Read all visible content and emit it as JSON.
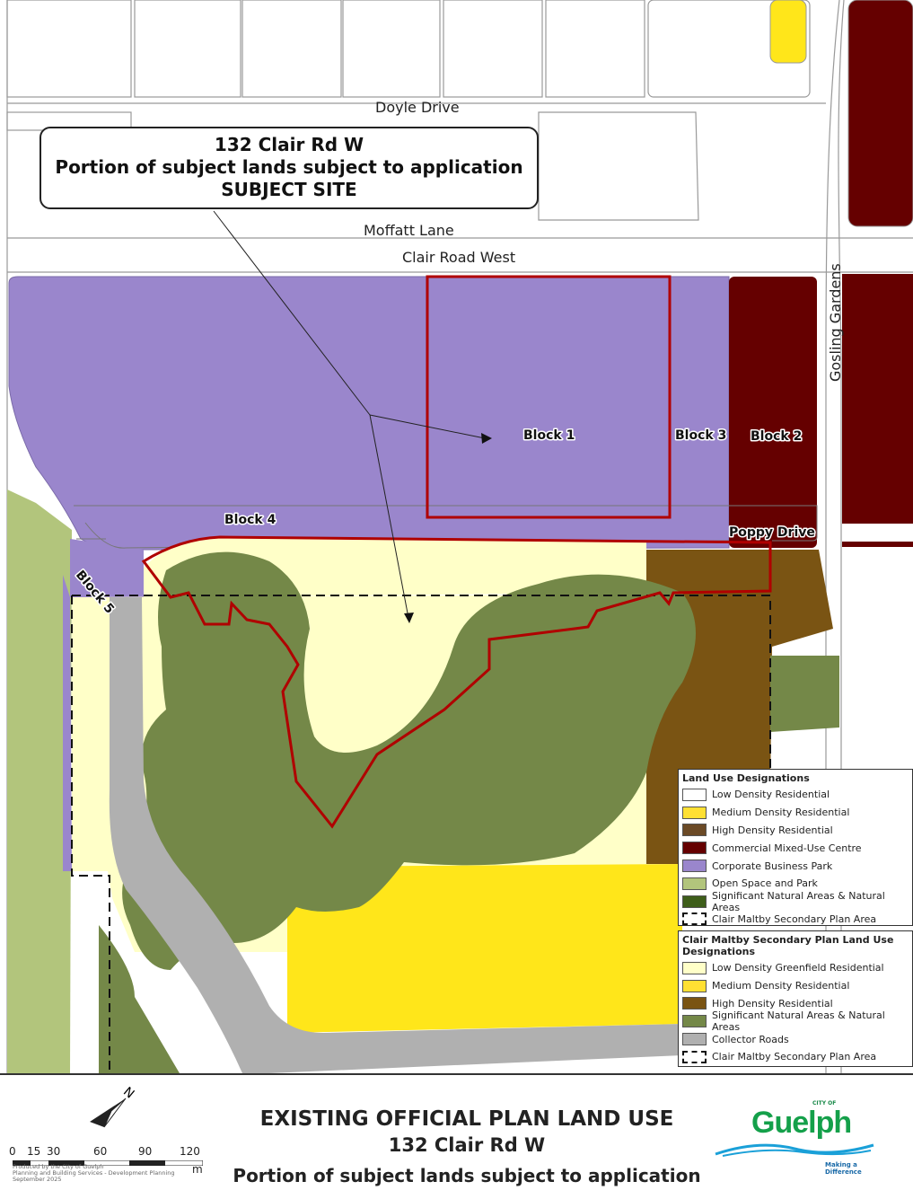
{
  "callout": {
    "line1": "132 Clair Rd W",
    "line2": "Portion of subject lands subject to application",
    "line3": "SUBJECT SITE"
  },
  "roads": {
    "doyle": "Doyle Drive",
    "moffatt": "Moffatt Lane",
    "clair": "Clair Road West",
    "gosling": "Gosling Gardens",
    "poppy": "Poppy Drive"
  },
  "blocks": {
    "b1": "Block 1",
    "b2": "Block 2",
    "b3": "Block 3",
    "b4": "Block 4",
    "b5": "Block 5"
  },
  "legend1": {
    "title": "Land Use Designations",
    "items": [
      {
        "label": "Low Density Residential",
        "color": "#ffffff"
      },
      {
        "label": "Medium Density Residential",
        "color": "#ffe033"
      },
      {
        "label": "High Density Residential",
        "color": "#6b4a26"
      },
      {
        "label": "Commercial Mixed-Use Centre",
        "color": "#650000"
      },
      {
        "label": "Corporate Business Park",
        "color": "#9a86cc"
      },
      {
        "label": "Open Space and Park",
        "color": "#b2c57c"
      },
      {
        "label": "Significant Natural Areas & Natural Areas",
        "color": "#3e5e1a"
      },
      {
        "label": "Clair Maltby Secondary Plan Area",
        "color": "dashed"
      }
    ]
  },
  "legend2": {
    "title": "Clair Maltby Secondary Plan Land Use Designations",
    "items": [
      {
        "label": "Low Density Greenfield Residential",
        "color": "#ffffc8"
      },
      {
        "label": "Medium Density Residential",
        "color": "#ffe033"
      },
      {
        "label": "High Density Residential",
        "color": "#7a5413"
      },
      {
        "label": "Significant Natural Areas & Natural Areas",
        "color": "#748848"
      },
      {
        "label": "Collector Roads",
        "color": "#b0b0b0"
      },
      {
        "label": "Clair Maltby Secondary Plan Area",
        "color": "dashed"
      }
    ]
  },
  "footer": {
    "title1": "EXISTING OFFICIAL PLAN LAND USE",
    "title2": "132 Clair Rd W",
    "title3": "Portion of subject lands subject to application",
    "north": "N",
    "scale_labels": [
      "0",
      "15",
      "30",
      "60",
      "90",
      "120"
    ],
    "scale_unit": "m",
    "credit": [
      "Produced by the City of Guelph",
      "Planning and Building Services - Development Planning",
      "September 2025"
    ],
    "logo_city": "CITY OF",
    "logo_name": "Guelph",
    "logo_tagline": "Making a Difference"
  }
}
